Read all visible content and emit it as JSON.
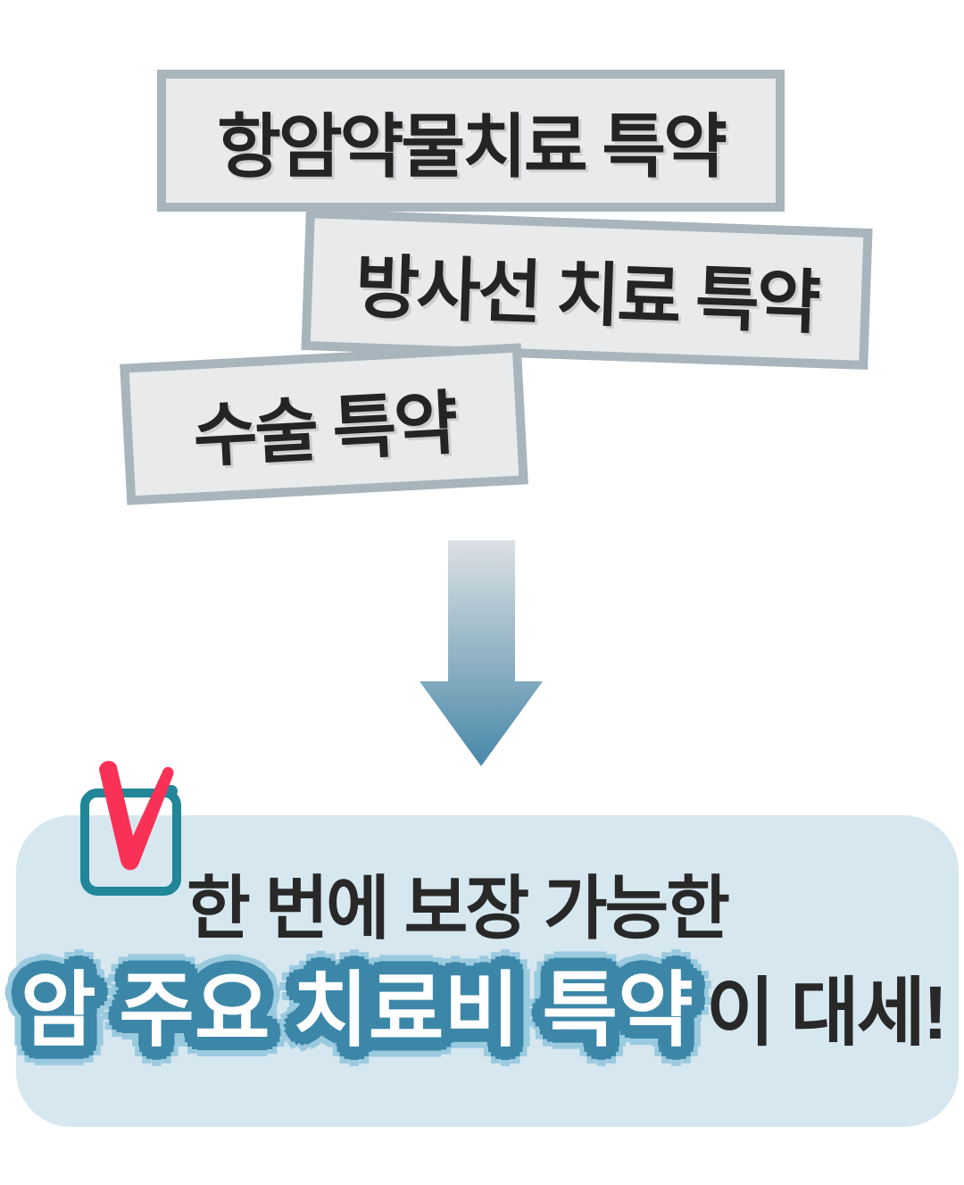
{
  "riders": [
    {
      "label": "항암약물치료 특약"
    },
    {
      "label": "방사선 치료 특약"
    },
    {
      "label": "수술 특약"
    }
  ],
  "flow": {
    "arrow_direction": "down"
  },
  "conclusion": {
    "line1": "한 번에 보장 가능한",
    "highlight": "암 주요 치료비 특약",
    "suffix": "이 대세!",
    "checkbox_state": "checked"
  },
  "colors": {
    "box_fill": "#e8eaec",
    "box_border": "#a8b5bc",
    "box_text": "#242424",
    "arrow_gradient_top": "#dce1e4",
    "arrow_gradient_bottom": "#4888a9",
    "panel_bg": "#d6e7f0",
    "checkbox_teal": "#208698",
    "check_pink": "#fa3156",
    "highlight_fill": "#ffffff",
    "highlight_stroke": "#3c87a8",
    "highlight_halo": "#9acadf",
    "dark_text": "#282828"
  }
}
